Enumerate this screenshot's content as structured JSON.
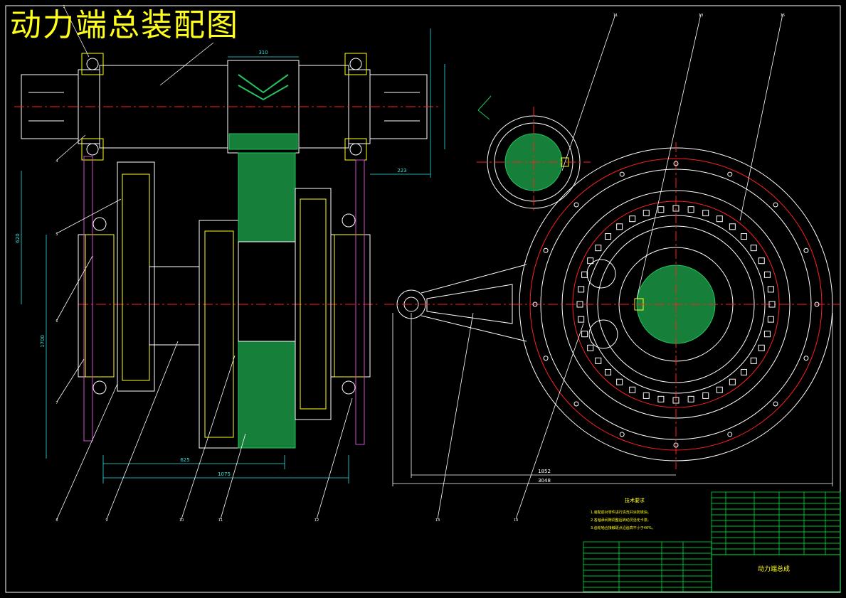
{
  "drawing": {
    "title": "动力端总装配图",
    "colors": {
      "background": "#000000",
      "outline": "#ffffff",
      "centerline": "#ff2020",
      "hatch": "#22c55e",
      "dimension": "#33e0e0",
      "bearing": "#ffff1a",
      "frame": "#d050d0",
      "title_block": "#00ff40"
    },
    "left_view": {
      "dimensions": {
        "shaft_top_width": "310",
        "shaft_right_offset": "223",
        "overall_bottom_1": "625",
        "overall_bottom_2": "1075",
        "left_height": "620",
        "left_height_2": "1700"
      }
    },
    "right_view": {
      "dimensions": {
        "overall_1": "1852",
        "overall_2": "3048"
      }
    },
    "balloons": {
      "left_side": [
        "1",
        "4",
        "5",
        "6",
        "7",
        "8",
        "9",
        "10",
        "11",
        "12"
      ],
      "top_right": [
        "11",
        "13",
        "15"
      ],
      "bottom_right": [
        "13",
        "14"
      ]
    },
    "notes": {
      "heading": "技术要求",
      "lines": [
        "1.装配前对零件进行清洗并涂防锈油。",
        "2.各轴承间隙调整后转动灵活无卡滞。",
        "3.齿轮啮合接触斑点沿齿高不小于40%。"
      ]
    },
    "title_block": {
      "name": "动力端总成"
    }
  }
}
